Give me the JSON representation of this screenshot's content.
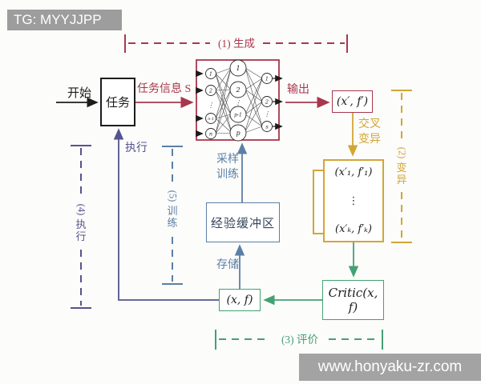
{
  "watermarks": {
    "top": "TG: MYYJJPP",
    "bottom": "www.honyaku-zr.com"
  },
  "colors": {
    "red": "#a8374b",
    "gold": "#d2a636",
    "green": "#44a173",
    "blue": "#5b7fa6",
    "purple": "#56548e",
    "black": "#1c1c1c",
    "watermark_bg": "#9d9d9d"
  },
  "nodes": {
    "start_label": "开始",
    "task": "任务",
    "task_info": "任务信息 S",
    "output": "输出",
    "xf_prime": "(x′, f′)",
    "crossover": {
      "lines": [
        "交叉",
        "变异"
      ]
    },
    "population": {
      "first": "(x′₁, f′₁)",
      "dots": "⋮",
      "last": "(x′ₖ, f′ₖ)"
    },
    "critic": "Critic(x, f)",
    "xf": "(x, f)",
    "buffer": "经验缓冲区",
    "sample": {
      "lines": [
        "采样",
        "训练"
      ]
    },
    "store": "存储",
    "execute": "执行"
  },
  "brackets": {
    "generate": {
      "label": "(1) 生成"
    },
    "mutate": {
      "num": "(2)",
      "chars": [
        "变",
        "异"
      ]
    },
    "evaluate": {
      "label": "(3) 评价"
    },
    "execute": {
      "num": "(4)",
      "chars": [
        "执",
        "行"
      ]
    },
    "train": {
      "num": "(5)",
      "chars": [
        "训",
        "练"
      ]
    }
  },
  "nn": {
    "input_labels": [
      "1",
      "2",
      "n-1",
      "n"
    ],
    "hidden_labels": [
      "1",
      "2",
      "p-1",
      "p"
    ],
    "output_labels": [
      "1",
      "2",
      "s"
    ],
    "dots": "⋮"
  }
}
